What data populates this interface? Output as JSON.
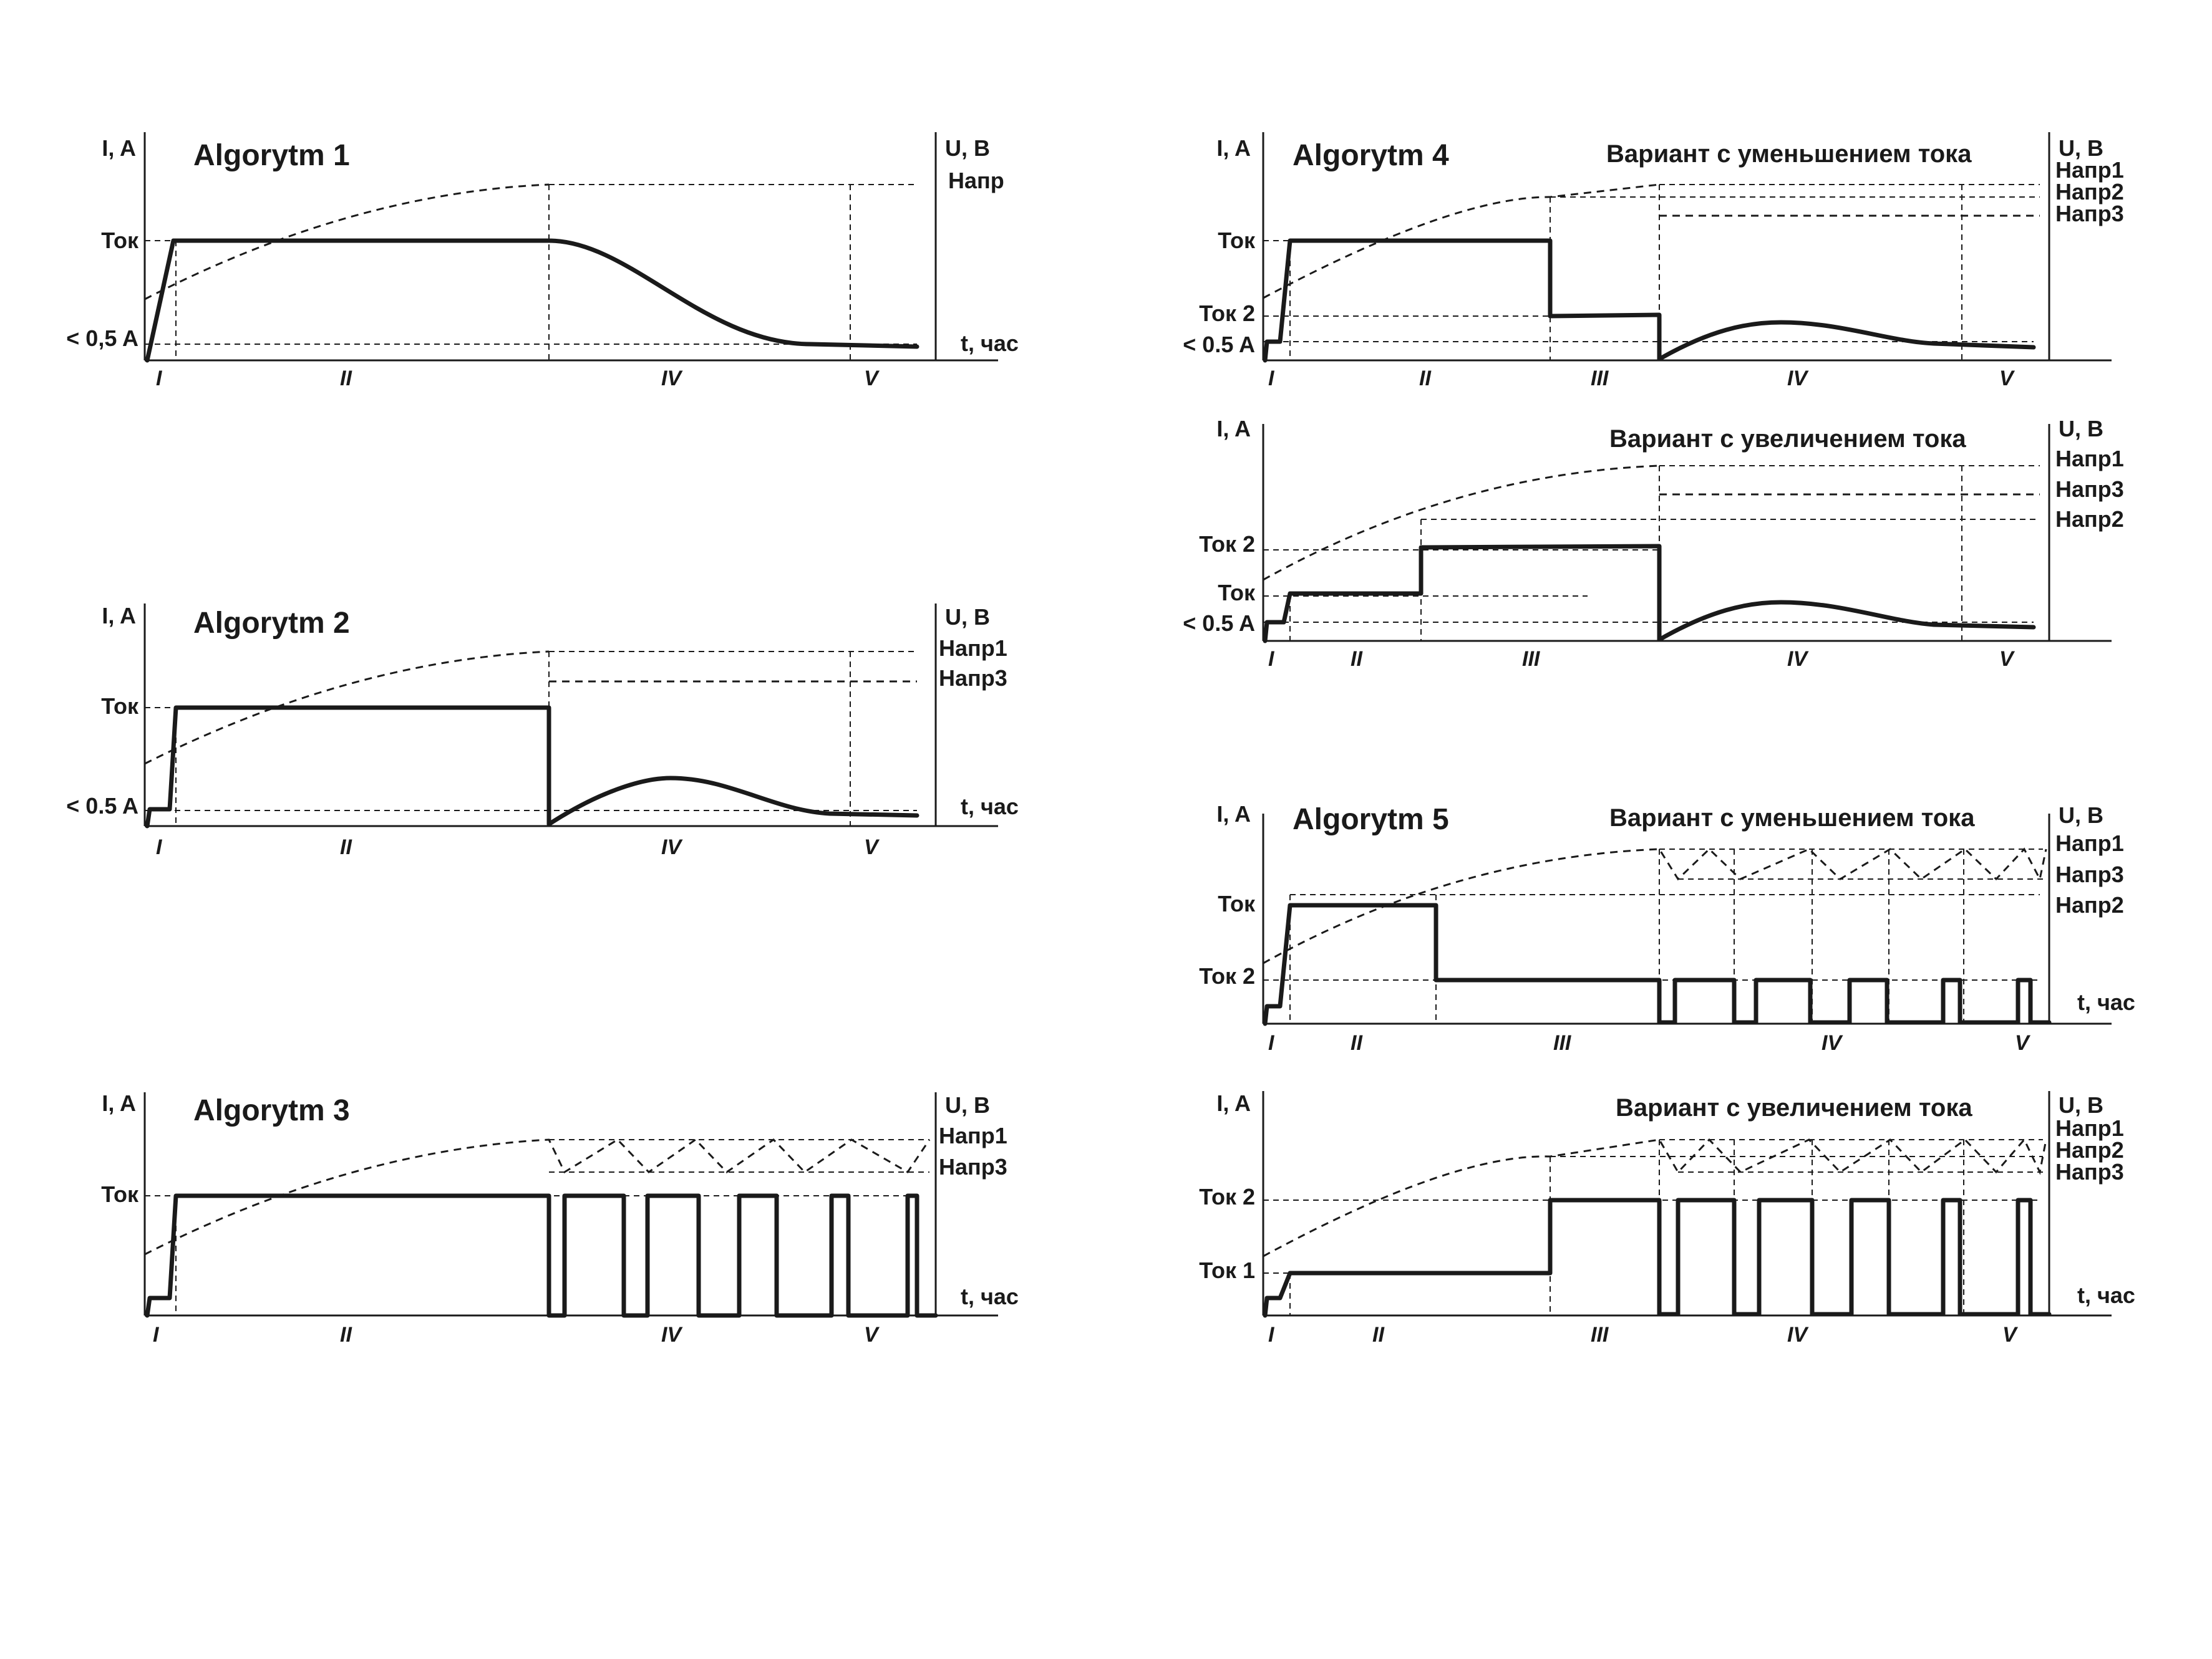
{
  "panels": [
    {
      "id": "alg1",
      "title": "Algorytm 1",
      "variant": "",
      "y_axis_label": "I, A",
      "u_axis_label": "U, B",
      "time_label": "t, час",
      "current_levels": [
        {
          "text": "Ток"
        },
        {
          "text": "< 0,5 A"
        }
      ],
      "voltage_levels": [
        {
          "text": "Напр"
        }
      ],
      "stages": [
        "I",
        "II",
        "IV",
        "V"
      ]
    },
    {
      "id": "alg2",
      "title": "Algorytm 2",
      "variant": "",
      "y_axis_label": "I, A",
      "u_axis_label": "U, B",
      "time_label": "t, час",
      "current_levels": [
        {
          "text": "Ток"
        },
        {
          "text": "< 0.5 A"
        }
      ],
      "voltage_levels": [
        {
          "text": "Напр1"
        },
        {
          "text": "Напр3"
        }
      ],
      "stages": [
        "I",
        "II",
        "IV",
        "V"
      ]
    },
    {
      "id": "alg3",
      "title": "Algorytm 3",
      "variant": "",
      "y_axis_label": "I, A",
      "u_axis_label": "U, B",
      "time_label": "t, час",
      "current_levels": [
        {
          "text": "Ток"
        }
      ],
      "voltage_levels": [
        {
          "text": "Напр1"
        },
        {
          "text": "Напр3"
        }
      ],
      "stages": [
        "I",
        "II",
        "IV",
        "V"
      ]
    },
    {
      "id": "alg4a",
      "title": "Algorytm 4",
      "variant": "Вариант с уменьшением тока",
      "y_axis_label": "I, A",
      "u_axis_label": "U, B",
      "time_label": "",
      "current_levels": [
        {
          "text": "Ток"
        },
        {
          "text": "Ток 2"
        },
        {
          "text": "< 0.5 A"
        }
      ],
      "voltage_levels": [
        {
          "text": "Напр1"
        },
        {
          "text": "Напр2"
        },
        {
          "text": "Напр3"
        }
      ],
      "stages": [
        "I",
        "II",
        "III",
        "IV",
        "V"
      ]
    },
    {
      "id": "alg4b",
      "title": "",
      "variant": "Вариант с увеличением тока",
      "y_axis_label": "I, A",
      "u_axis_label": "U, B",
      "time_label": "",
      "current_levels": [
        {
          "text": "Ток 2"
        },
        {
          "text": "Ток"
        },
        {
          "text": "< 0.5 A"
        }
      ],
      "voltage_levels": [
        {
          "text": "Напр1"
        },
        {
          "text": "Напр3"
        },
        {
          "text": "Напр2"
        }
      ],
      "stages": [
        "I",
        "II",
        "III",
        "IV",
        "V"
      ]
    },
    {
      "id": "alg5a",
      "title": "Algorytm 5",
      "variant": "Вариант с уменьшением тока",
      "y_axis_label": "I, A",
      "u_axis_label": "U, B",
      "time_label": "t, час",
      "current_levels": [
        {
          "text": "Ток"
        },
        {
          "text": "Ток 2"
        }
      ],
      "voltage_levels": [
        {
          "text": "Напр1"
        },
        {
          "text": "Напр3"
        },
        {
          "text": "Напр2"
        }
      ],
      "stages": [
        "I",
        "II",
        "III",
        "IV",
        "V"
      ]
    },
    {
      "id": "alg5b",
      "title": "",
      "variant": "Вариант с увеличением тока",
      "y_axis_label": "I, A",
      "u_axis_label": "U, B",
      "time_label": "t, час",
      "current_levels": [
        {
          "text": "Ток 2"
        },
        {
          "text": "Ток 1"
        }
      ],
      "voltage_levels": [
        {
          "text": "Напр1"
        },
        {
          "text": "Напр2"
        },
        {
          "text": "Напр3"
        }
      ],
      "stages": [
        "I",
        "II",
        "III",
        "IV",
        "V"
      ]
    }
  ]
}
